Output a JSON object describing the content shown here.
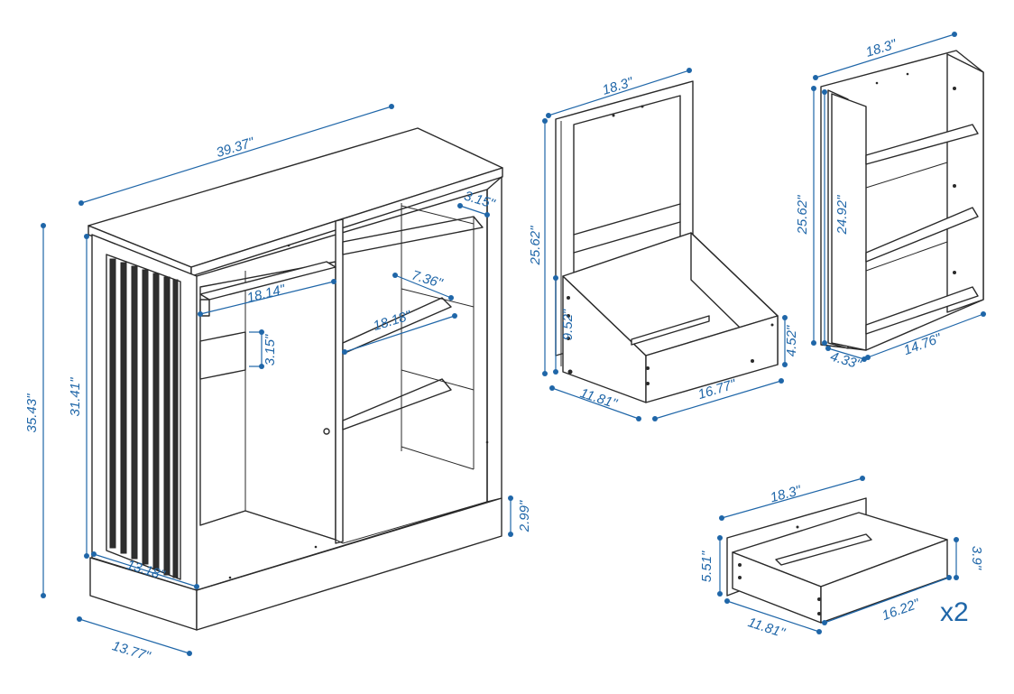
{
  "colors": {
    "line": "#2a2a2a",
    "dimension": "#1f66a8",
    "background": "#ffffff"
  },
  "dimensions": {
    "cabinet": {
      "width": "39.37\"",
      "height_total": "35.43\"",
      "height_body": "31.41\"",
      "depth_base": "13.77\"",
      "depth_inner": "13.18\"",
      "rail_width": "18.14\"",
      "rail_gap": "3.15\"",
      "top_offset": "3.15\"",
      "shelf_depth": "7.36\"",
      "shelf_width": "18.18\"",
      "base_height": "2.99\""
    },
    "rack_unit": {
      "width": "18.3\"",
      "height": "25.62\"",
      "tray_height": "9.52\"",
      "tray_front": "4.52\"",
      "depth": "11.81\"",
      "tray_width": "16.77\""
    },
    "shelf_unit": {
      "width": "18.3\"",
      "height": "25.62\"",
      "inner_height": "24.92\"",
      "depth": "4.33\"",
      "inner_width": "14.76\""
    },
    "drawer": {
      "width": "18.3\"",
      "height": "5.51\"",
      "front_height": "3.9\"",
      "depth": "11.81\"",
      "inner_width": "16.22\"",
      "quantity": "x2"
    }
  }
}
